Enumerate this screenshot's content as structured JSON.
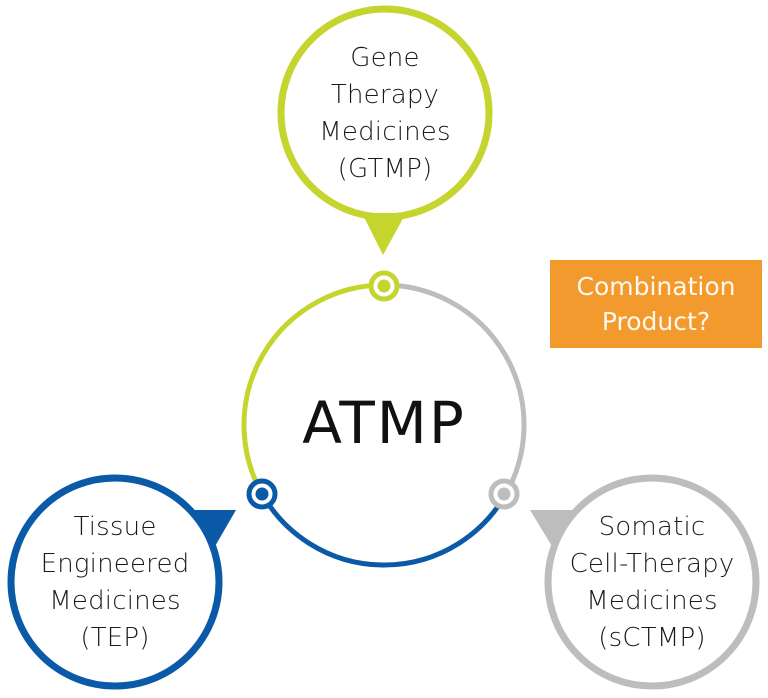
{
  "diagram": {
    "title": "ATMP",
    "center": {
      "label": "ATMP"
    },
    "categories": [
      {
        "id": "gtmp",
        "lines": [
          "Gene",
          "Therapy",
          "Medicines",
          "(GTMP)"
        ],
        "color": "#C5D52E"
      },
      {
        "id": "tep",
        "lines": [
          "Tissue",
          "Engineered",
          "Medicines",
          "(TEP)"
        ],
        "color": "#0A5AA8"
      },
      {
        "id": "sctmp",
        "lines": [
          "Somatic",
          "Cell-Therapy",
          "Medicines",
          "(sCTMP)"
        ],
        "color": "#BDBDBD"
      }
    ],
    "combination": {
      "lines": [
        "Combination",
        "Product?"
      ],
      "color": "#F39A2E"
    }
  }
}
